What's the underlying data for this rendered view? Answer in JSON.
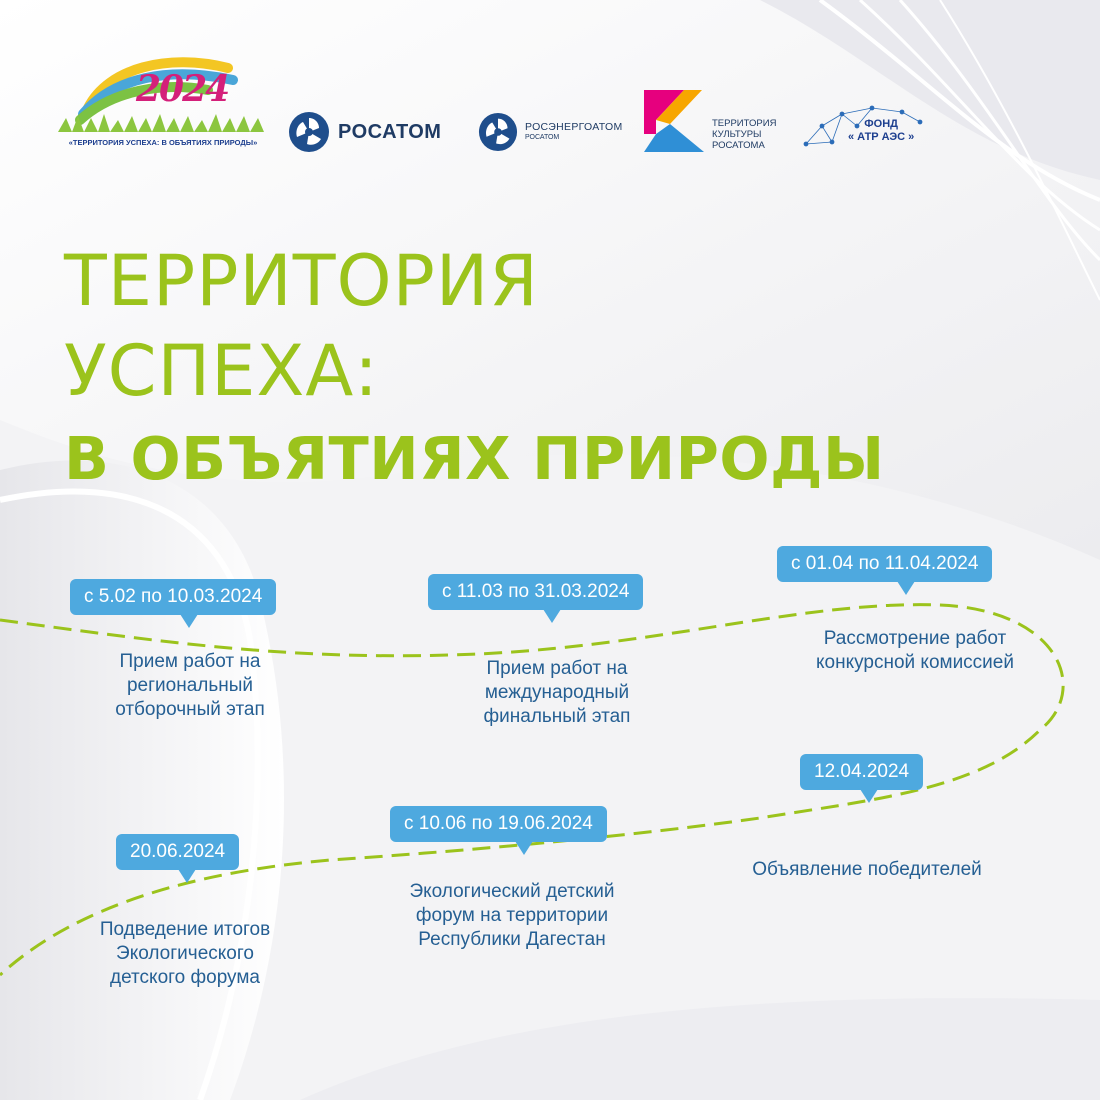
{
  "logos": {
    "festival": {
      "year": "2024",
      "caption": "«ТЕРРИТОРИЯ УСПЕХА: В ОБЪЯТИЯХ ПРИРОДЫ»"
    },
    "rosatom": {
      "name": "РОСАТОМ"
    },
    "rosenergoatom": {
      "name": "РОСЭНЕРГОАТОМ",
      "sub": "РОСАТОМ"
    },
    "territory_culture": {
      "line1": "ТЕРРИТОРИЯ",
      "line2": "КУЛЬТУРЫ",
      "line3": "РОСАТОМА"
    },
    "atr_fund": {
      "line1": "ФОНД",
      "line2": "« АТР АЭС »"
    }
  },
  "title": {
    "line1": "ТЕРРИТОРИЯ",
    "line2": "УСПЕХА:",
    "line3": "В ОБЪЯТИЯХ ПРИРОДЫ"
  },
  "timeline": [
    {
      "date": "с 5.02 по 10.03.2024",
      "description": "Прием работ на\nрегиональный\nотборочный этап"
    },
    {
      "date": "с 11.03 по 31.03.2024",
      "description": "Прием работ на\nмеждународный\nфинальный этап"
    },
    {
      "date": "с 01.04 по 11.04.2024",
      "description": "Рассмотрение работ\nконкурсной комиссией"
    },
    {
      "date": "12.04.2024",
      "description": "Объявление победителей"
    },
    {
      "date": "с 10.06 по 19.06.2024",
      "description": "Экологический детский\nфорум на территории\nРеспублики Дагестан"
    },
    {
      "date": "20.06.2024",
      "description": "Подведение итогов\nЭкологического\nдетского форума"
    }
  ],
  "colors": {
    "title_green": "#9bc31c",
    "bubble_blue": "#4ea9df",
    "text_blue": "#255f93",
    "logo_navy": "#1f3b64"
  }
}
